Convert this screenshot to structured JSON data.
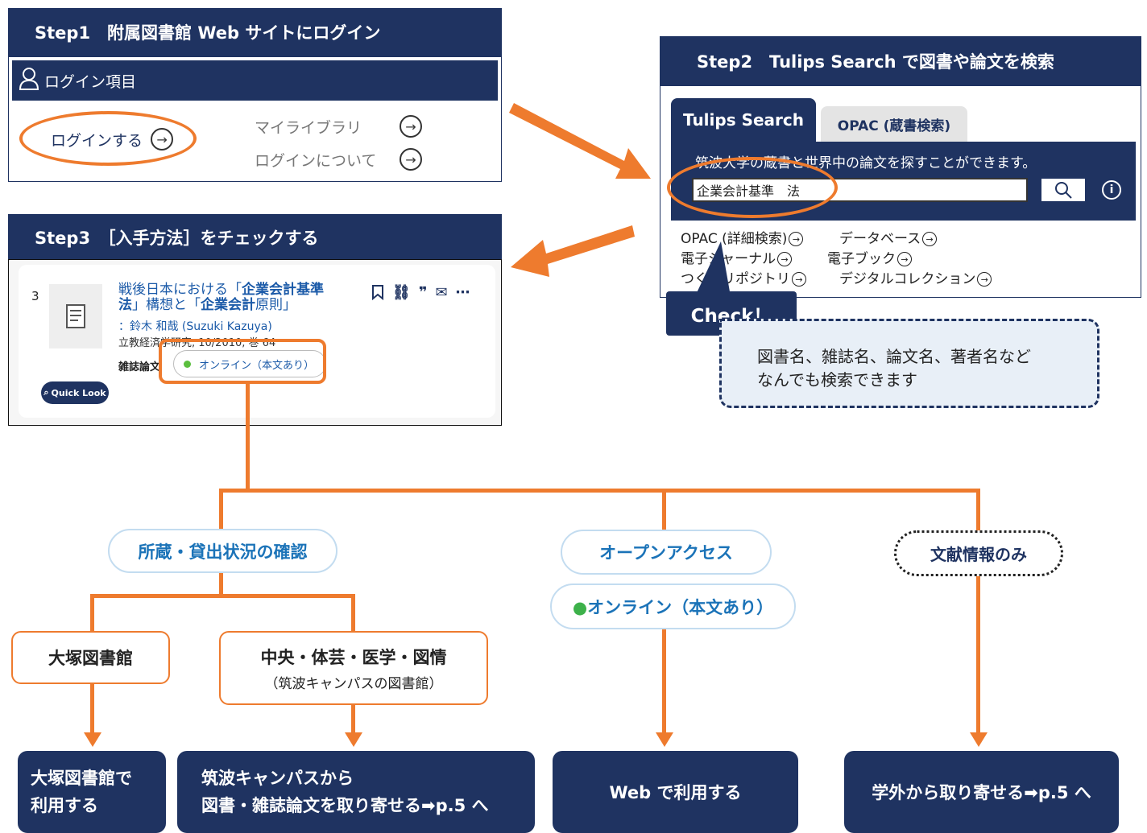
{
  "step1": {
    "title": "Step1　附属図書館 Web サイトにログイン",
    "login_header": "ログイン項目",
    "login_button": "ログインする",
    "my_library": "マイライブラリ",
    "about_login": "ログインについて"
  },
  "step2": {
    "title": "Step2　Tulips Search で図書や論文を検索",
    "tab_tulips": "Tulips Search",
    "tab_opac": "OPAC (蔵書検索)",
    "desc": "筑波大学の蔵書と世界中の論文を探すことができます。",
    "search_value": "企業会計基準　法",
    "links": [
      "OPAC (詳細検索)",
      "データベース",
      "電子ジャーナル",
      "電子ブック",
      "つくばリポジトリ",
      "デジタルコレクション"
    ],
    "check_label": "Check！",
    "callout": "図書名、雑誌名、論文名、著者名など\nなんでも検索できます"
  },
  "step3": {
    "title": "Step3　［入手方法］をチェックする",
    "result_number": "3",
    "result_title_pre": "戦後日本における「",
    "result_title_b1": "企業会計基準法",
    "result_title_mid": "」構想と「",
    "result_title_b2": "企業会計",
    "result_title_post": "原則」",
    "author": "：鈴木 和哉 (Suzuki Kazuya)",
    "source": "立教経済学研究, 10/2010, 巻 64",
    "type": "雑誌論文",
    "online_badge": "オンライン（本文あり）",
    "quick_look": "Quick Look"
  },
  "flow": {
    "holdings": "所蔵・貸出状況の確認",
    "open_access": "オープンアクセス",
    "online": "●オンライン（本文あり）",
    "biblio_only": "文献情報のみ",
    "otsuka": "大塚図書館",
    "central": "中央・体芸・医学・図情",
    "central_sub": "（筑波キャンパスの図書館）",
    "out_otsuka": "大塚図書館で\n利用する",
    "out_tsukuba": "筑波キャンパスから\n図書・雑誌論文を取り寄せる➡p.5 へ",
    "out_web": "Web で利用する",
    "out_external": "学外から取り寄せる➡p.5 へ"
  },
  "colors": {
    "navy": "#1f3361",
    "orange": "#ee7b2e",
    "link_blue": "#1b73b8",
    "pill_border": "#c3dcf0"
  }
}
